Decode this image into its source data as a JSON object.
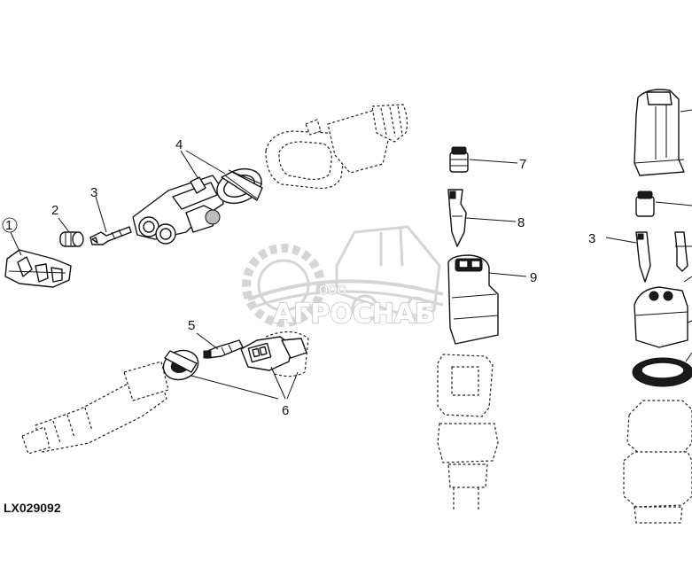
{
  "callouts": {
    "c1": "1",
    "c2": "2",
    "c3a": "3",
    "c4": "4",
    "c5": "5",
    "c6": "6",
    "c7": "7",
    "c8": "8",
    "c9": "9",
    "c3b": "3"
  },
  "figure_code": "LX029092",
  "watermark": {
    "small": "ООО",
    "big": "АГРОСНАБ"
  }
}
